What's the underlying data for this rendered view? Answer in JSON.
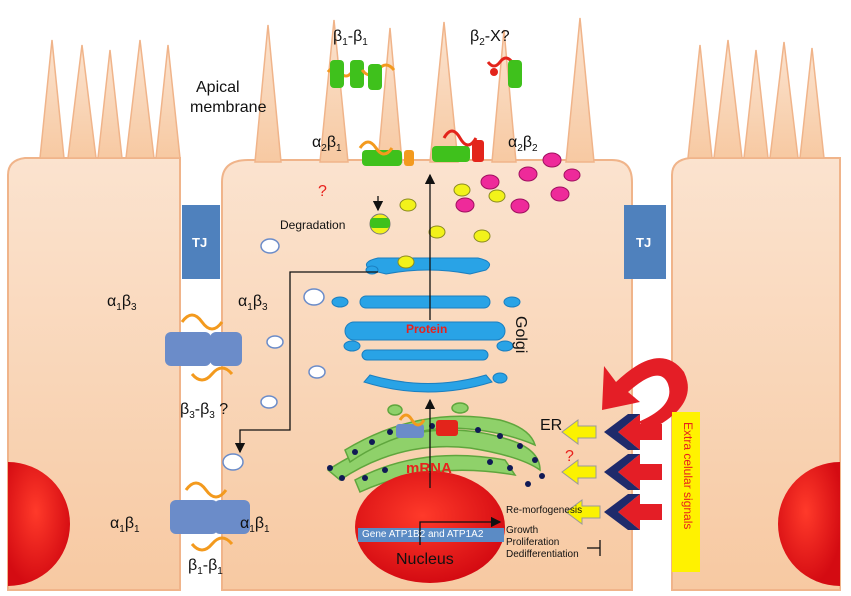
{
  "labels": {
    "apical_membrane_line1": "Apical",
    "apical_membrane_line2": "membrane",
    "degradation": "Degradation",
    "tj_left": "TJ",
    "tj_right": "TJ",
    "golgi": "Golgi",
    "er": "ER",
    "protein": "Protein",
    "mrna": "mRNA",
    "nucleus": "Nucleus",
    "gene": "Gene ATP1B2 and ATP1A2",
    "re_morfogenesis": "Re-morfogenesis",
    "growth": "Growth",
    "proliferation": "Proliferation",
    "dedifferentiation": "Dedifferentiation",
    "extra_signals": "Extra celular signals",
    "question_mark": "?"
  },
  "complexes": {
    "beta1_beta1_top": {
      "a": "β",
      "a_sub": "1",
      "sep": "-",
      "b": "β",
      "b_sub": "1",
      "suffix": ""
    },
    "beta2_x": {
      "a": "β",
      "a_sub": "2",
      "sep": "-X?",
      "b": "",
      "b_sub": "",
      "suffix": ""
    },
    "alpha2_beta1": {
      "a": "α",
      "a_sub": "2",
      "sep": "",
      "b": "β",
      "b_sub": "1",
      "suffix": ""
    },
    "alpha2_beta2": {
      "a": "α",
      "a_sub": "2",
      "sep": "",
      "b": "β",
      "b_sub": "2",
      "suffix": ""
    },
    "alpha1_beta3_left": {
      "a": "α",
      "a_sub": "1",
      "sep": "",
      "b": "β",
      "b_sub": "3",
      "suffix": ""
    },
    "alpha1_beta3_right": {
      "a": "α",
      "a_sub": "1",
      "sep": "",
      "b": "β",
      "b_sub": "3",
      "suffix": ""
    },
    "beta3_beta3": {
      "a": "β",
      "a_sub": "3",
      "sep": "-",
      "b": "β",
      "b_sub": "3",
      "suffix": " ?"
    },
    "alpha1_beta1_left": {
      "a": "α",
      "a_sub": "1",
      "sep": "",
      "b": "β",
      "b_sub": "1",
      "suffix": ""
    },
    "alpha1_beta1_right": {
      "a": "α",
      "a_sub": "1",
      "sep": "",
      "b": "β",
      "b_sub": "1",
      "suffix": ""
    },
    "beta1_beta1_bottom": {
      "a": "β",
      "a_sub": "1",
      "sep": "-",
      "b": "β",
      "b_sub": "1",
      "suffix": ""
    }
  },
  "colors": {
    "cell_fill": "#f9d6b8",
    "cell_stroke": "#f4b98c",
    "tj": "#4f81bd",
    "golgi": "#29a3e6",
    "er": "#8fd16a",
    "nucleus": "#e8101a",
    "vesicle_yellow": "#f2f21a",
    "vesicle_pink": "#ee2a9a",
    "signal_arrow_red": "#e41e26",
    "signal_chevron": "#1f2a6b",
    "open_arrow_yellow": "#f4f000",
    "subunit_blue": "#6b8cc9",
    "subunit_orange": "#f39a1e",
    "subunit_green": "#3fc11c",
    "subunit_red": "#e3241b"
  }
}
